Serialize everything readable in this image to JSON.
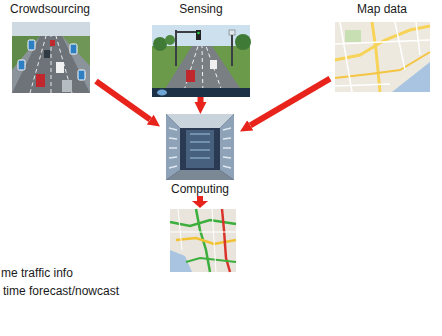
{
  "diagram": {
    "nodes": [
      {
        "text": [
          "Crowdsourcing"
        ]
      },
      {
        "text": [
          "Sensing"
        ]
      },
      {
        "text": [
          "Map data"
        ]
      },
      {
        "text": [
          "Computing"
        ]
      }
    ],
    "edges": [
      {
        "from": 0,
        "to": 3,
        "arrow": "to"
      },
      {
        "from": 1,
        "to": 3,
        "arrow": "to"
      },
      {
        "from": 2,
        "to": 3,
        "arrow": "to"
      }
    ],
    "labels": [
      "me traffic info",
      "time forecast/nowcast"
    ]
  }
}
